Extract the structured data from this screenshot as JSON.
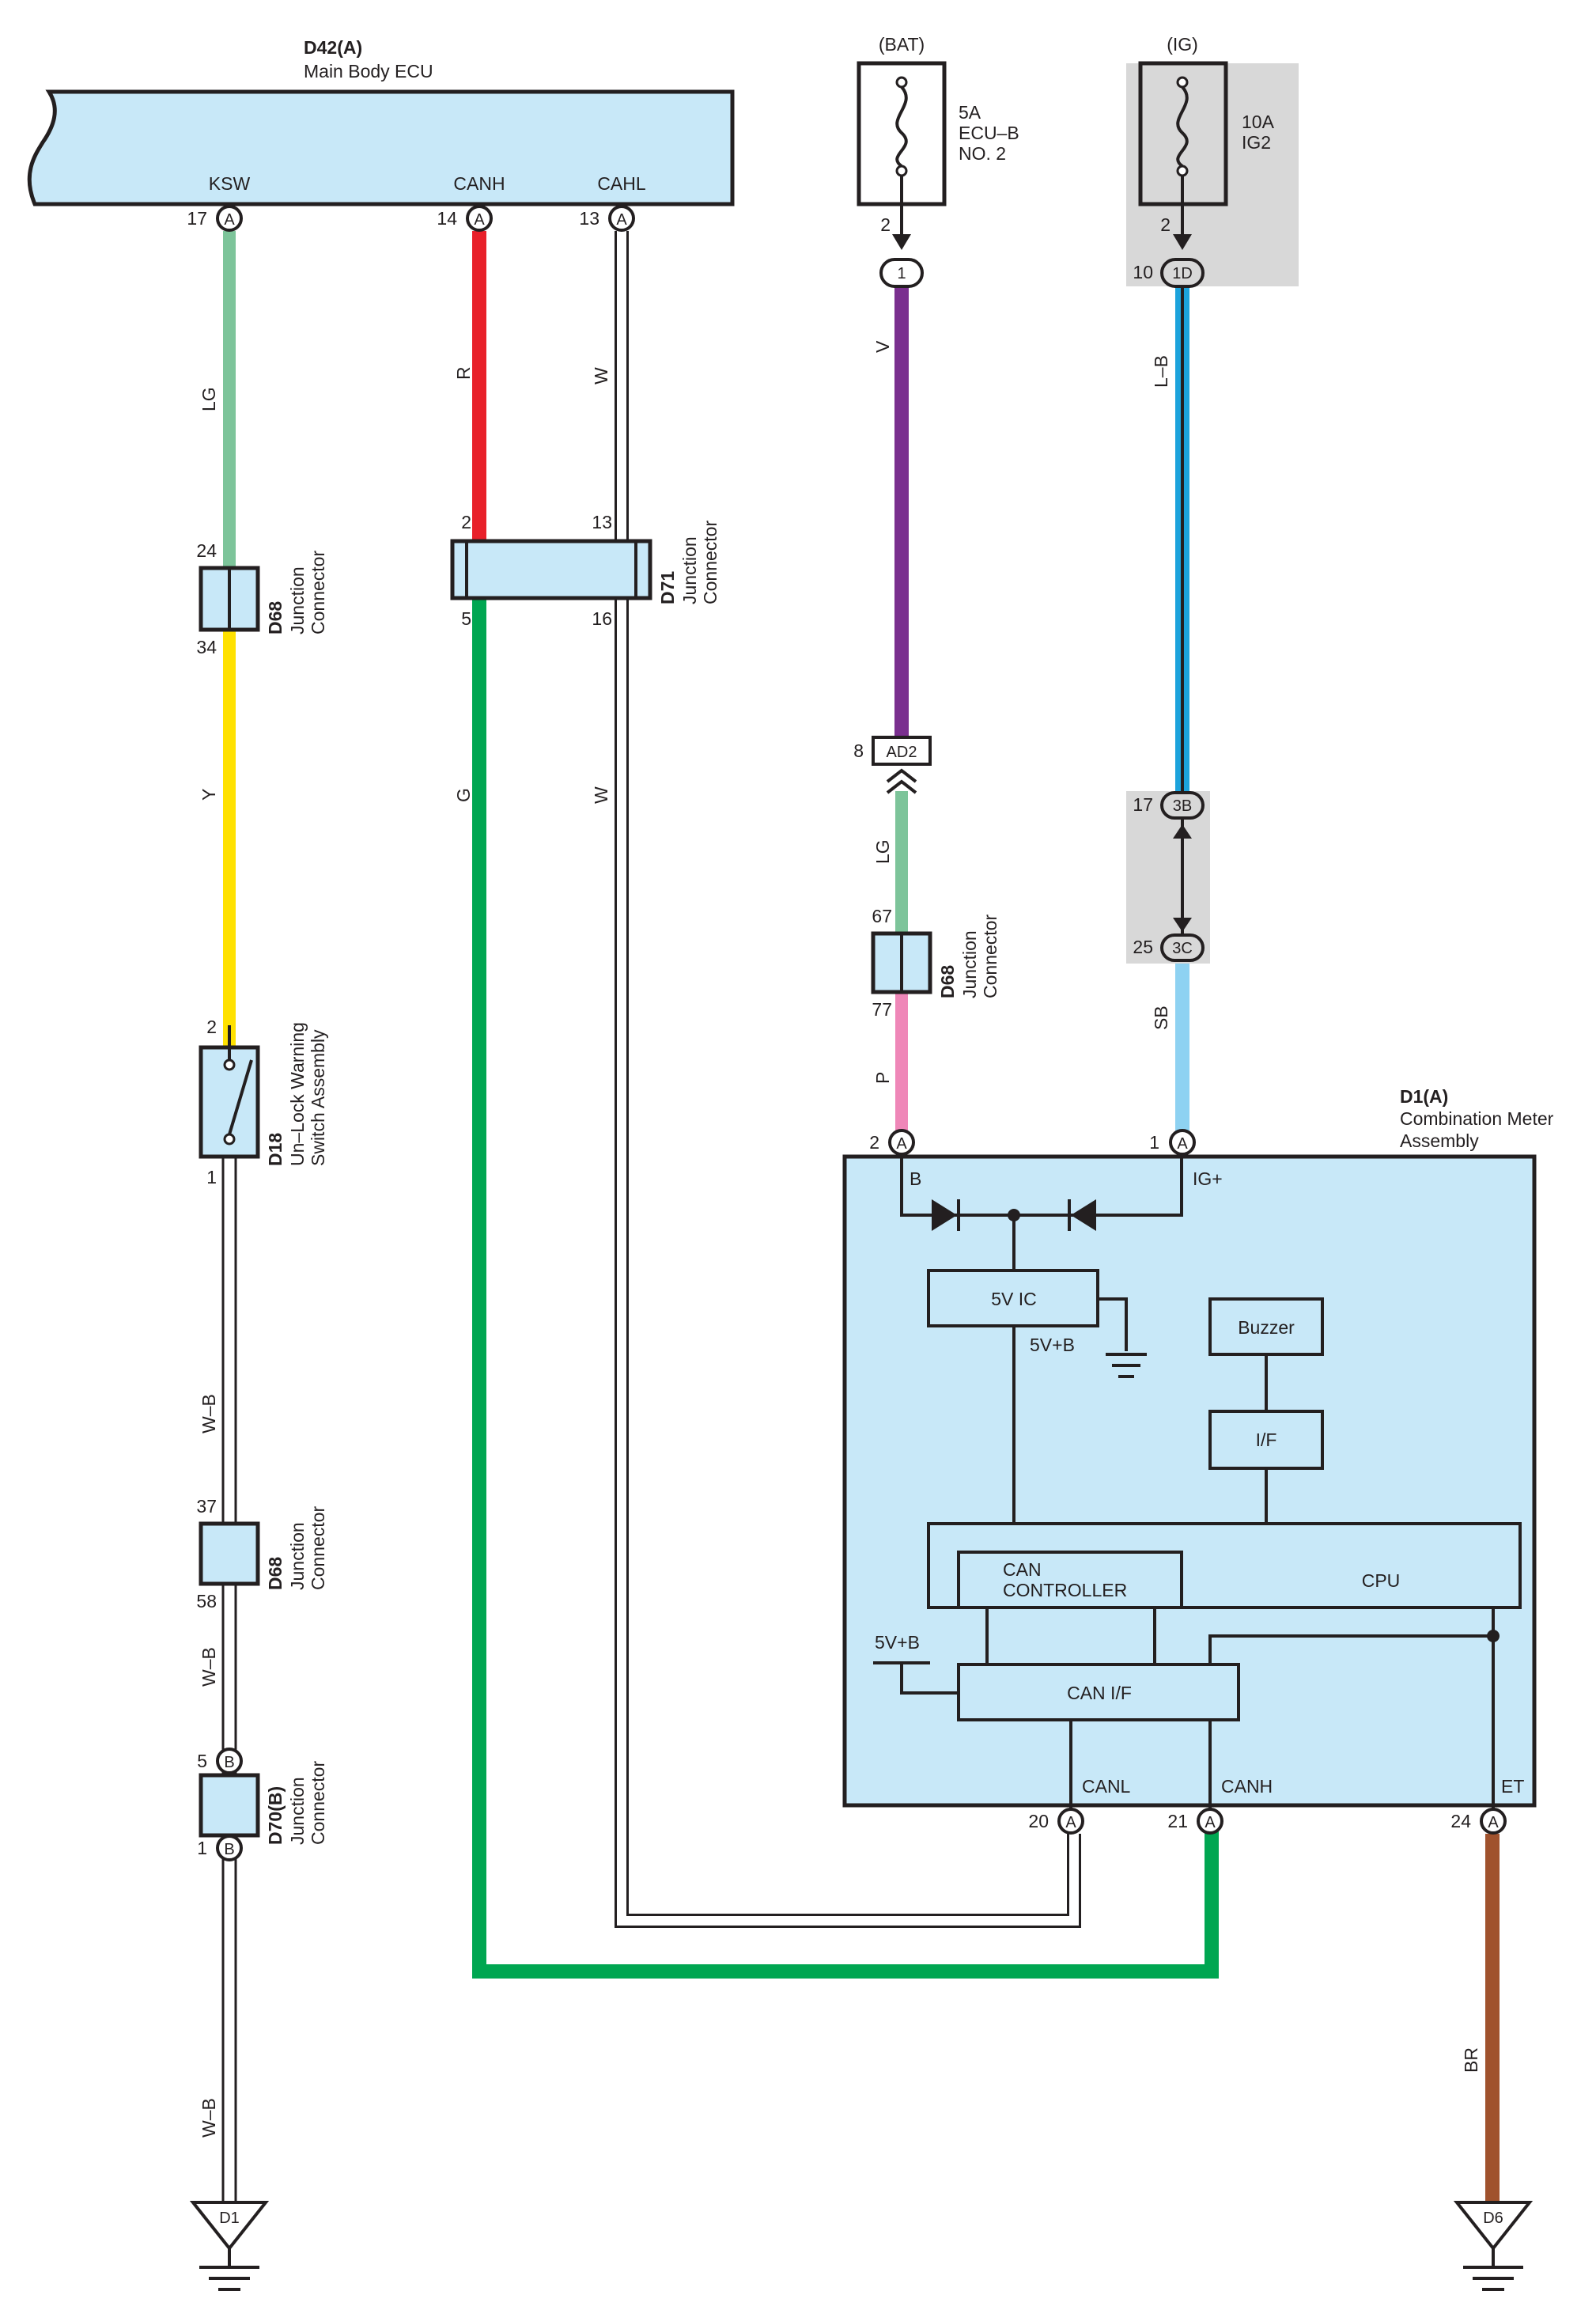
{
  "components": {
    "main_ecu": {
      "code": "D42(A)",
      "name": "Main Body ECU",
      "terminals": {
        "ksw": "KSW",
        "canh": "CANH",
        "cahl": "CAHL"
      }
    },
    "bat_fuse": {
      "source": "(BAT)",
      "rating": "5A",
      "name1": "ECU–B",
      "name2": "NO. 2"
    },
    "ig_fuse": {
      "source": "(IG)",
      "rating": "10A",
      "name": "IG2"
    },
    "meter": {
      "code": "D1(A)",
      "name1": "Combination Meter",
      "name2": "Assembly",
      "terminals": {
        "b": "B",
        "ig": "IG+",
        "canl": "CANL",
        "canh": "CANH",
        "et": "ET"
      },
      "blocks": {
        "ic5v": "5V IC",
        "v5b": "5V+B",
        "buzzer": "Buzzer",
        "if": "I/F",
        "can_ctrl1": "CAN",
        "can_ctrl2": "CONTROLLER",
        "cpu": "CPU",
        "can_if": "CAN I/F",
        "v5b2": "5V+B"
      }
    },
    "d68_a": {
      "code": "D68",
      "name1": "Junction",
      "name2": "Connector",
      "pin_top": "24",
      "pin_bottom": "34"
    },
    "d71": {
      "code": "D71",
      "name1": "Junction",
      "name2": "Connector",
      "pins": [
        "2",
        "13",
        "5",
        "16"
      ]
    },
    "d68_b": {
      "code": "D68",
      "name1": "Junction",
      "name2": "Connector",
      "pin_top": "67",
      "pin_bottom": "77"
    },
    "d18": {
      "code": "D18",
      "name1": "Un–Lock Warning",
      "name2": "Switch Assembly",
      "pin_top": "2",
      "pin_bottom": "1"
    },
    "d68_c": {
      "code": "D68",
      "name1": "Junction",
      "name2": "Connector",
      "pin_top": "37",
      "pin_bottom": "58"
    },
    "d70": {
      "code": "D70(B)",
      "name1": "Junction",
      "name2": "Connector",
      "pin_top": "5",
      "pin_bottom": "1",
      "letter": "B"
    },
    "ground_left": "D1",
    "ground_right": "D6"
  },
  "pins": {
    "ksw": "17",
    "canh": "14",
    "cahl": "13",
    "letter": "A",
    "bat_fuse_out": "2",
    "bat_conn": "1",
    "ig_fuse_out": "2",
    "ig_pin": "10",
    "ig_conn": "1D",
    "ad2_pin": "8",
    "ad2_conn": "AD2",
    "p3b": "17",
    "c3b": "3B",
    "p3c": "25",
    "c3c": "3C",
    "meter_b": "2",
    "meter_ig": "1",
    "meter_canl": "20",
    "meter_canh": "21",
    "meter_et": "24"
  },
  "wires": {
    "lg": "LG",
    "r": "R",
    "w": "W",
    "v": "V",
    "lb": "L–B",
    "y": "Y",
    "g": "G",
    "w2": "W",
    "lg2": "LG",
    "p": "P",
    "sb": "SB",
    "wb1": "W–B",
    "wb2": "W–B",
    "wb3": "W–B",
    "br": "BR"
  },
  "colors": {
    "LG": "#7dc49a",
    "R": "#e8202a",
    "W": "#ffffff",
    "V": "#7a2f8f",
    "L-B": "#1ca3dc",
    "Y": "#ffe100",
    "G": "#00a651",
    "P": "#ef87b8",
    "SB": "#8ed2f2",
    "W-B": "#ffffff",
    "BR": "#a0522d",
    "component_fill": "#c8e8f8",
    "shade": "#d8d8d8"
  }
}
